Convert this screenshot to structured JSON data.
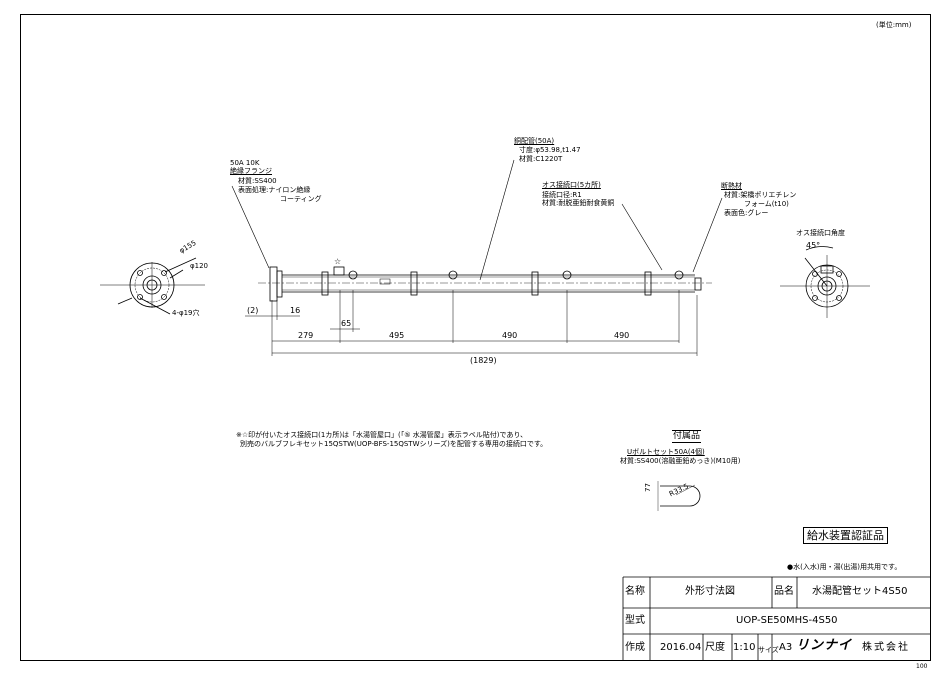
{
  "unit_label": "(単位:mm)",
  "page_number": "100",
  "callouts": {
    "flange": {
      "l1": "50A 10K",
      "l2": "絶縁フランジ",
      "l3": "材質:SS400",
      "l4": "表面処理:ナイロン絶縁",
      "l5": "コーティング"
    },
    "pipe": {
      "l1": "銅配管(50A)",
      "l2": "寸度:φ53.98,t1.47",
      "l3": "材質:C1220T"
    },
    "male_port": {
      "l1": "オス接続口(5カ所)",
      "l2": "接続口径:R1",
      "l3": "材質:耐脱亜鉛耐食黄銅"
    },
    "insulation": {
      "l1": "断熱材",
      "l2": "材質:架橋ポリエチレン",
      "l3": "フォーム(t10)",
      "l4": "表面色:グレー"
    },
    "port_angle": {
      "label": "オス接続口角度",
      "angle": "45°"
    }
  },
  "left_view": {
    "d_outer": "φ155",
    "d_pcd": "φ120",
    "holes": "4-φ19穴"
  },
  "dimensions": {
    "d2": "(2)",
    "d16": "16",
    "d65": "65",
    "d279": "279",
    "d495": "495",
    "d490a": "490",
    "d490b": "490",
    "total": "(1829)"
  },
  "star_mark": "☆",
  "note": {
    "l1": "※☆印が付いたオス接続口(1カ所)は「水湯管屋口」(「⑤ 水湯管屋」表示ラベル貼付)であり、",
    "l2": "別売のバルブフレキセット15QSTW(UOP-BFS-15QSTWシリーズ)を配管する専用の接続口です。"
  },
  "accessory": {
    "title": "付属品",
    "l1": "Uボルトセット50A(4個)",
    "l2": "材質:SS400(溶融亜鉛めっき)(M10用)",
    "dim_a": "77",
    "dim_r": "R33.5"
  },
  "certification": "給水装置認証品",
  "usage_note": "●水(入水)用・湯(出湯)用共用です。",
  "title_block": {
    "name_label": "名称",
    "name_value": "外形寸法図",
    "product_label": "品名",
    "product_value": "水湯配管セット4S50",
    "model_label": "型式",
    "model_value": "UOP-SE50MHS-4S50",
    "created_label": "作成",
    "created_value": "2016.04",
    "scale_label": "尺度",
    "scale_value": "1:10",
    "size_label": "サイズ",
    "size_value": "A3",
    "brand": "リンナイ",
    "company": "株式会社"
  }
}
